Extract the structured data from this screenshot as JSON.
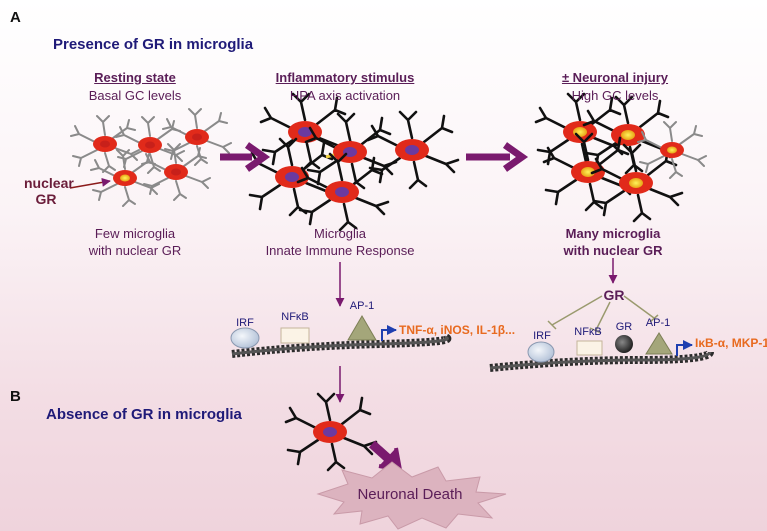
{
  "panel_a": {
    "letter": "A",
    "title": "Presence of GR in microglia",
    "stages": [
      {
        "heading": "Resting state",
        "subheading": "Basal GC levels",
        "caption_lines": [
          "Few microglia",
          "with nuclear GR"
        ]
      },
      {
        "heading": "Inflammatory stimulus",
        "subheading": "HPA axis activation",
        "caption_lines": [
          "Microglia",
          "Innate Immune Response"
        ]
      },
      {
        "heading": "± Neuronal injury",
        "subheading": "High GC levels",
        "caption_lines": [
          "Many microglia",
          "with nuclear GR"
        ]
      }
    ],
    "nuclear_label_lines": [
      "nuclear",
      "GR"
    ],
    "left_factors": {
      "irf": "IRF",
      "nfkb": "NFκB",
      "ap1": "AP-1",
      "products": "TNF-α, iNOS, IL-1β..."
    },
    "right_factors": {
      "gr_top": "GR",
      "irf": "IRF",
      "nfkb": "NFκB",
      "gr": "GR",
      "ap1": "AP-1",
      "products": "IκB-α, MKP-1"
    }
  },
  "panel_b": {
    "letter": "B",
    "title": "Absence of GR in microglia",
    "outcome": "Neuronal Death"
  },
  "colors": {
    "arrow": "#7a1a6e",
    "title": "#1f1a78",
    "text": "#5a1d57",
    "orange": "#e86a1f",
    "cell": "#e12a1a"
  }
}
